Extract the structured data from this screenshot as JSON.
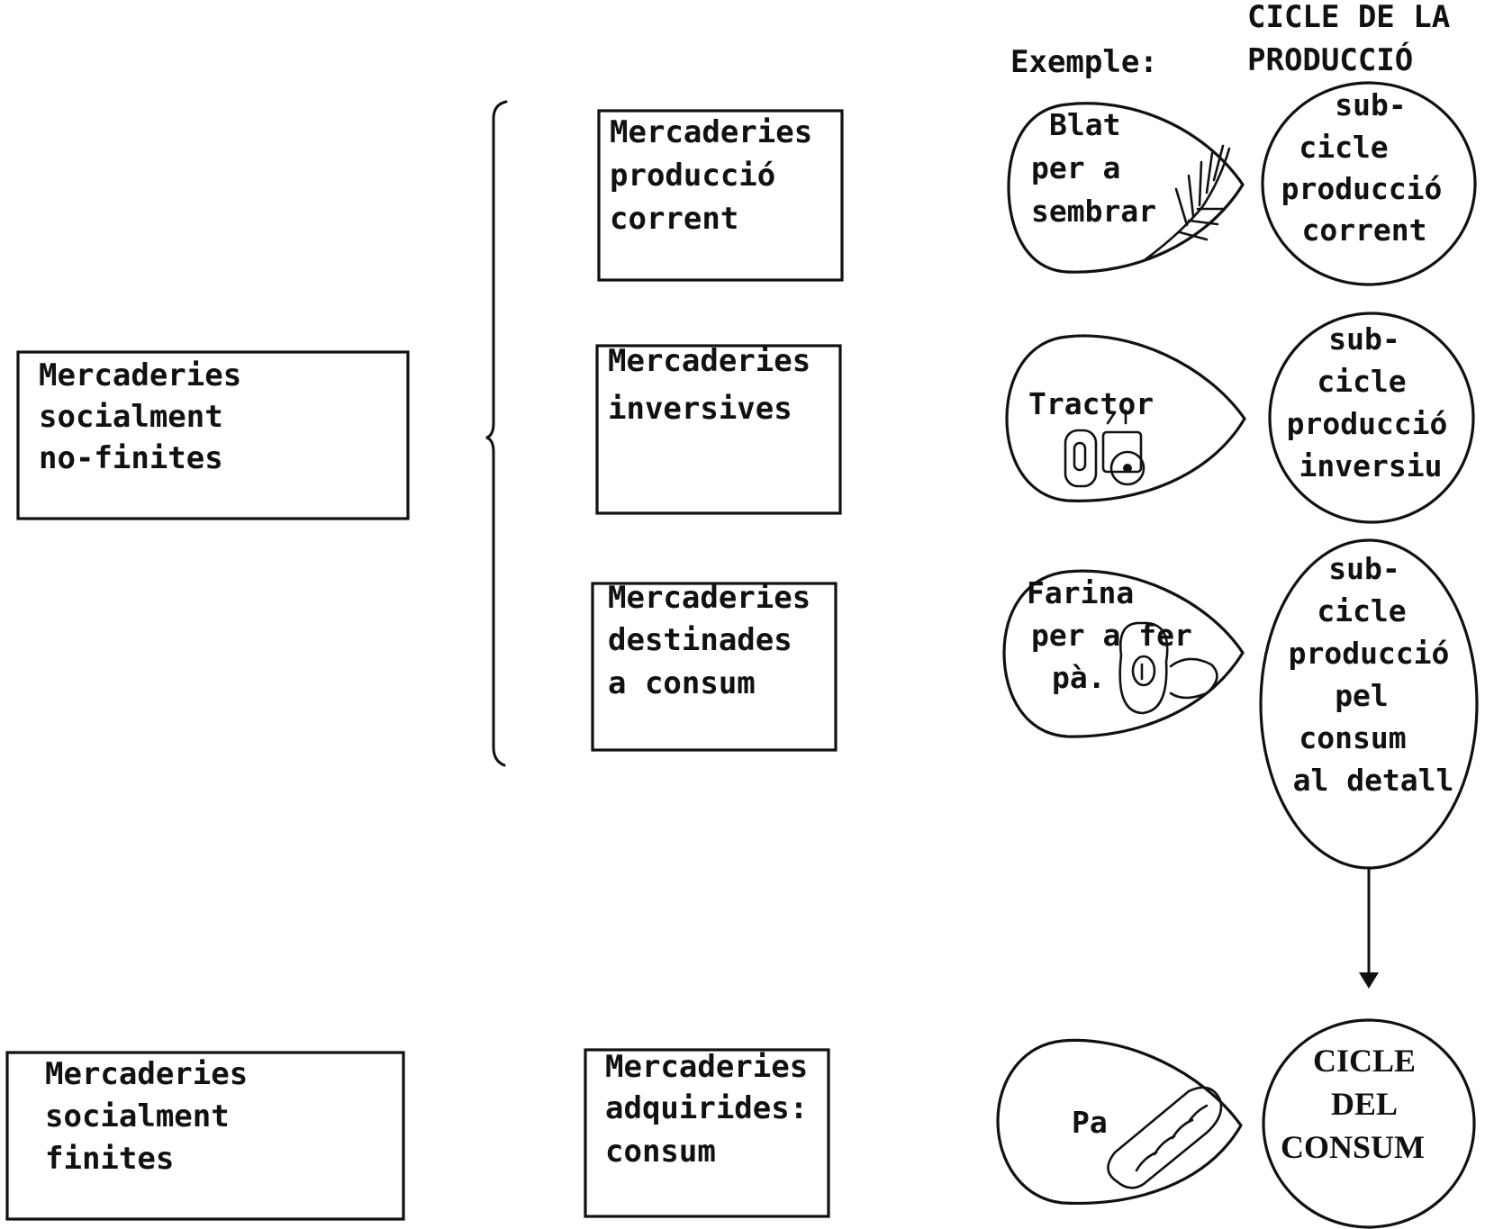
{
  "header": {
    "exemple_label": "Exemple:",
    "cycle_title_line1": "CICLE DE LA",
    "cycle_title_line2": "PRODUCCIÓ"
  },
  "left_boxes": {
    "no_finites": [
      "Mercaderies",
      "socialment",
      "no-finites"
    ],
    "finites": [
      "Mercaderies",
      "socialment",
      "finites"
    ]
  },
  "middle_boxes": {
    "produccio_corrent": [
      "Mercaderies",
      "producció",
      "corrent"
    ],
    "inversives": [
      "Mercaderies",
      "inversives"
    ],
    "consum": [
      "Mercaderies",
      "destinades",
      "a consum"
    ],
    "adquirides": [
      "Mercaderies",
      "adquirides:",
      "consum"
    ]
  },
  "examples": {
    "blat": [
      "Blat",
      "per a",
      "sembrar"
    ],
    "tractor": [
      "Tractor"
    ],
    "farina": [
      "Farina",
      "per a fer",
      "pà."
    ],
    "pa": [
      "Pa"
    ]
  },
  "examples_icons": {
    "blat": "wheat-icon",
    "tractor": "tractor-icon",
    "farina": "flour-sack-icon",
    "pa": "bread-icon"
  },
  "cycles": {
    "corrent": [
      "sub-",
      "cicle",
      "producció",
      "corrent"
    ],
    "inversiu": [
      "sub-",
      "cicle",
      "producció",
      "inversiu"
    ],
    "consum_detall": [
      "sub-",
      "cicle",
      "producció",
      "pel",
      "consum",
      "al detall"
    ],
    "consum": [
      "CICLE",
      "DEL",
      "CONSUM"
    ]
  }
}
